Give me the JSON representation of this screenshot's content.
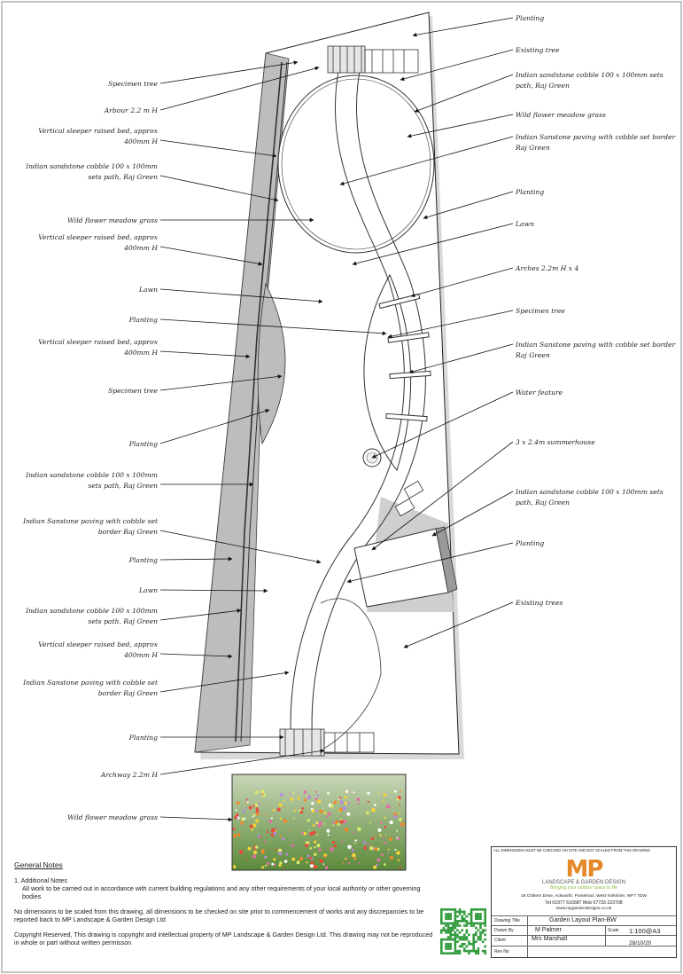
{
  "left_labels": [
    {
      "text": [
        "Specimen tree"
      ]
    },
    {
      "text": [
        "Arbour 2.2 m H"
      ]
    },
    {
      "text": [
        "Vertical sleeper raised bed, approx",
        "400mm H"
      ]
    },
    {
      "text": [
        "Indian sandstone cobble 100 x 100mm",
        "sets  path, Raj Green"
      ]
    },
    {
      "text": [
        "Wild flower meadow grass"
      ]
    },
    {
      "text": [
        "Vertical sleeper raised bed, approx",
        "400mm H"
      ]
    },
    {
      "text": [
        "Lawn"
      ]
    },
    {
      "text": [
        "Planting"
      ]
    },
    {
      "text": [
        "Vertical sleeper raised bed, approx",
        "400mm H"
      ]
    },
    {
      "text": [
        "Specimen tree"
      ]
    },
    {
      "text": [
        "Planting"
      ]
    },
    {
      "text": [
        "Indian sandstone cobble 100 x 100mm",
        "sets  path, Raj Green"
      ]
    },
    {
      "text": [
        "Indian Sanstone paving with cobble set",
        "border Raj Green"
      ]
    },
    {
      "text": [
        "Planting"
      ]
    },
    {
      "text": [
        "Lawn"
      ]
    },
    {
      "text": [
        "Indian sandstone cobble 100 x 100mm",
        "sets  path, Raj Green"
      ]
    },
    {
      "text": [
        "Vertical sleeper raised bed, approx",
        "400mm H"
      ]
    },
    {
      "text": [
        "Indian Sanstone paving with cobble set",
        "border Raj Green"
      ]
    },
    {
      "text": [
        "Planting"
      ]
    },
    {
      "text": [
        "Archway 2.2m H"
      ]
    },
    {
      "text": [
        "Wild flower meadow grass"
      ]
    }
  ],
  "right_labels": [
    {
      "text": [
        "Planting"
      ]
    },
    {
      "text": [
        "Existing tree"
      ]
    },
    {
      "text": [
        "Indian sandstone cobble 100 x 100mm sets",
        "path, Raj Green"
      ]
    },
    {
      "text": [
        "Wild flower meadow grass"
      ]
    },
    {
      "text": [
        "Indian Sanstone paving with cobble set border",
        "Raj Green"
      ]
    },
    {
      "text": [
        "Planting"
      ]
    },
    {
      "text": [
        "Lawn"
      ]
    },
    {
      "text": [
        "Arches 2.2m H  x 4"
      ]
    },
    {
      "text": [
        "Specimen tree"
      ]
    },
    {
      "text": [
        "Indian Sanstone paving with cobble set border",
        "Raj Green"
      ]
    },
    {
      "text": [
        "Water feature"
      ]
    },
    {
      "text": [
        "3 x 2.4m summerhouse"
      ]
    },
    {
      "text": [
        "Indian sandstone cobble 100 x 100mm sets",
        "path, Raj Green"
      ]
    },
    {
      "text": [
        "Planting"
      ]
    },
    {
      "text": [
        "Existing trees"
      ]
    }
  ],
  "notes": {
    "heading": "General Notes",
    "item_title": "1. Additional Notes",
    "line1": "All work to be carried out in accordance with current building regulations and any other requirements of your local authority or other governing bodies",
    "line2": "No dimensions to be scaled from this drawing, all dimensions to be checked on site prior to commencement of works and any discrepancies to be reported back to MP Landscape & Garden Design Ltd",
    "line3": "Copyright Reserved, This drawing is copyright and intellectual property of MP Landscape & Garden Design Ltd. This drawing may not be reproduced in whole or part without written permisson"
  },
  "title_block": {
    "warning": "ALL DIMENSIONS MUST BE CHECKED ON SITE AND NOT SCALED FROM THIS DRAWING",
    "logo_letters": "MP",
    "logo_name": "LANDSCAPE & GARDEN DESIGN",
    "tagline": "Bringing your outdoor space to life",
    "address": "18 Chiltern Drive, Ackworth, Pontefract, West Yorkshire, WF7 7DW",
    "phone": "Tel 01977 616587  Mob 07733 223708",
    "website": "www.mpgardendesigns.co.uk",
    "drawing_title_label": "Drawing Title",
    "drawing_title": "Garden Layout Plan-BW",
    "drawn_by_label": "Drawn By",
    "drawn_by": "M Palmer",
    "scale_label": "Scale",
    "scale": "1:100@A3",
    "client_label": "Client",
    "client": "Mrs Marshall",
    "rev_label": "Rev No",
    "date": "28/10/20"
  },
  "colors": {
    "qr_green": "#2e9a3a",
    "logo_orange": "#e5892a",
    "logo_green": "#8cbf3f",
    "shade": "#c8c8c8"
  }
}
